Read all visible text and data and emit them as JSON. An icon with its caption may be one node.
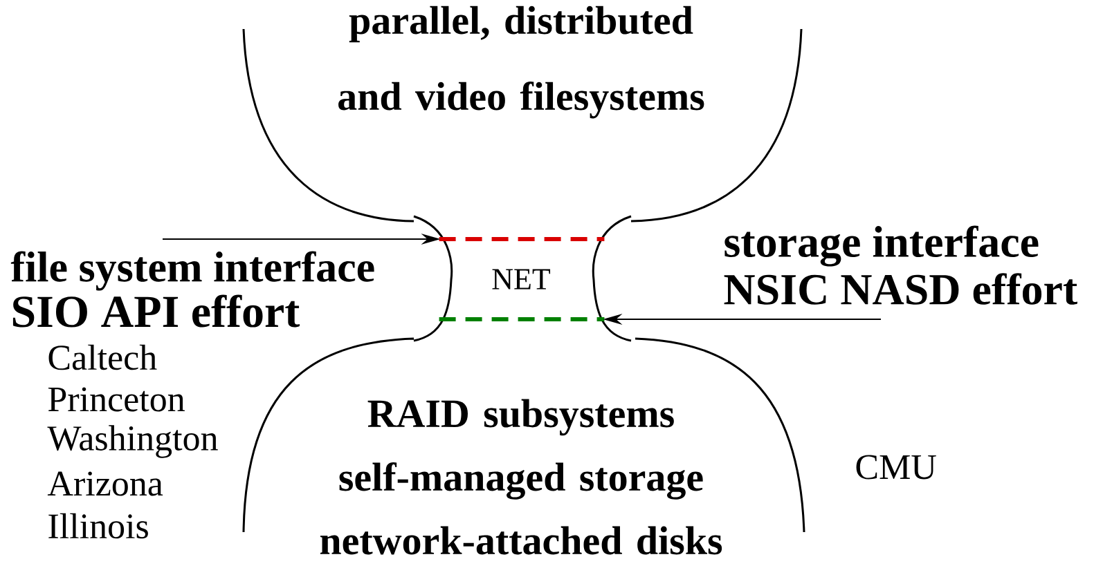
{
  "diagram": {
    "nodes": [
      {
        "text": [
          "parallel, distributed and video filesystems"
        ]
      },
      {
        "text": [
          "RAID subsystems",
          "self-managed storage",
          "network-attached disks"
        ]
      },
      {
        "text": [
          "NET"
        ]
      },
      {
        "text": [],
        "shape": "line"
      },
      {
        "text": [],
        "shape": "line"
      }
    ],
    "edges": [
      {
        "from": null,
        "to": 3,
        "arrow": "to"
      },
      {
        "from": null,
        "to": 4,
        "arrow": "to"
      }
    ],
    "labels": [
      "file system interface",
      "SIO API effort",
      "Caltech",
      "Princeton",
      "Washington",
      "Arizona",
      "Illinois",
      "storage interface",
      "NSIC NASD effort",
      "CMU"
    ]
  }
}
